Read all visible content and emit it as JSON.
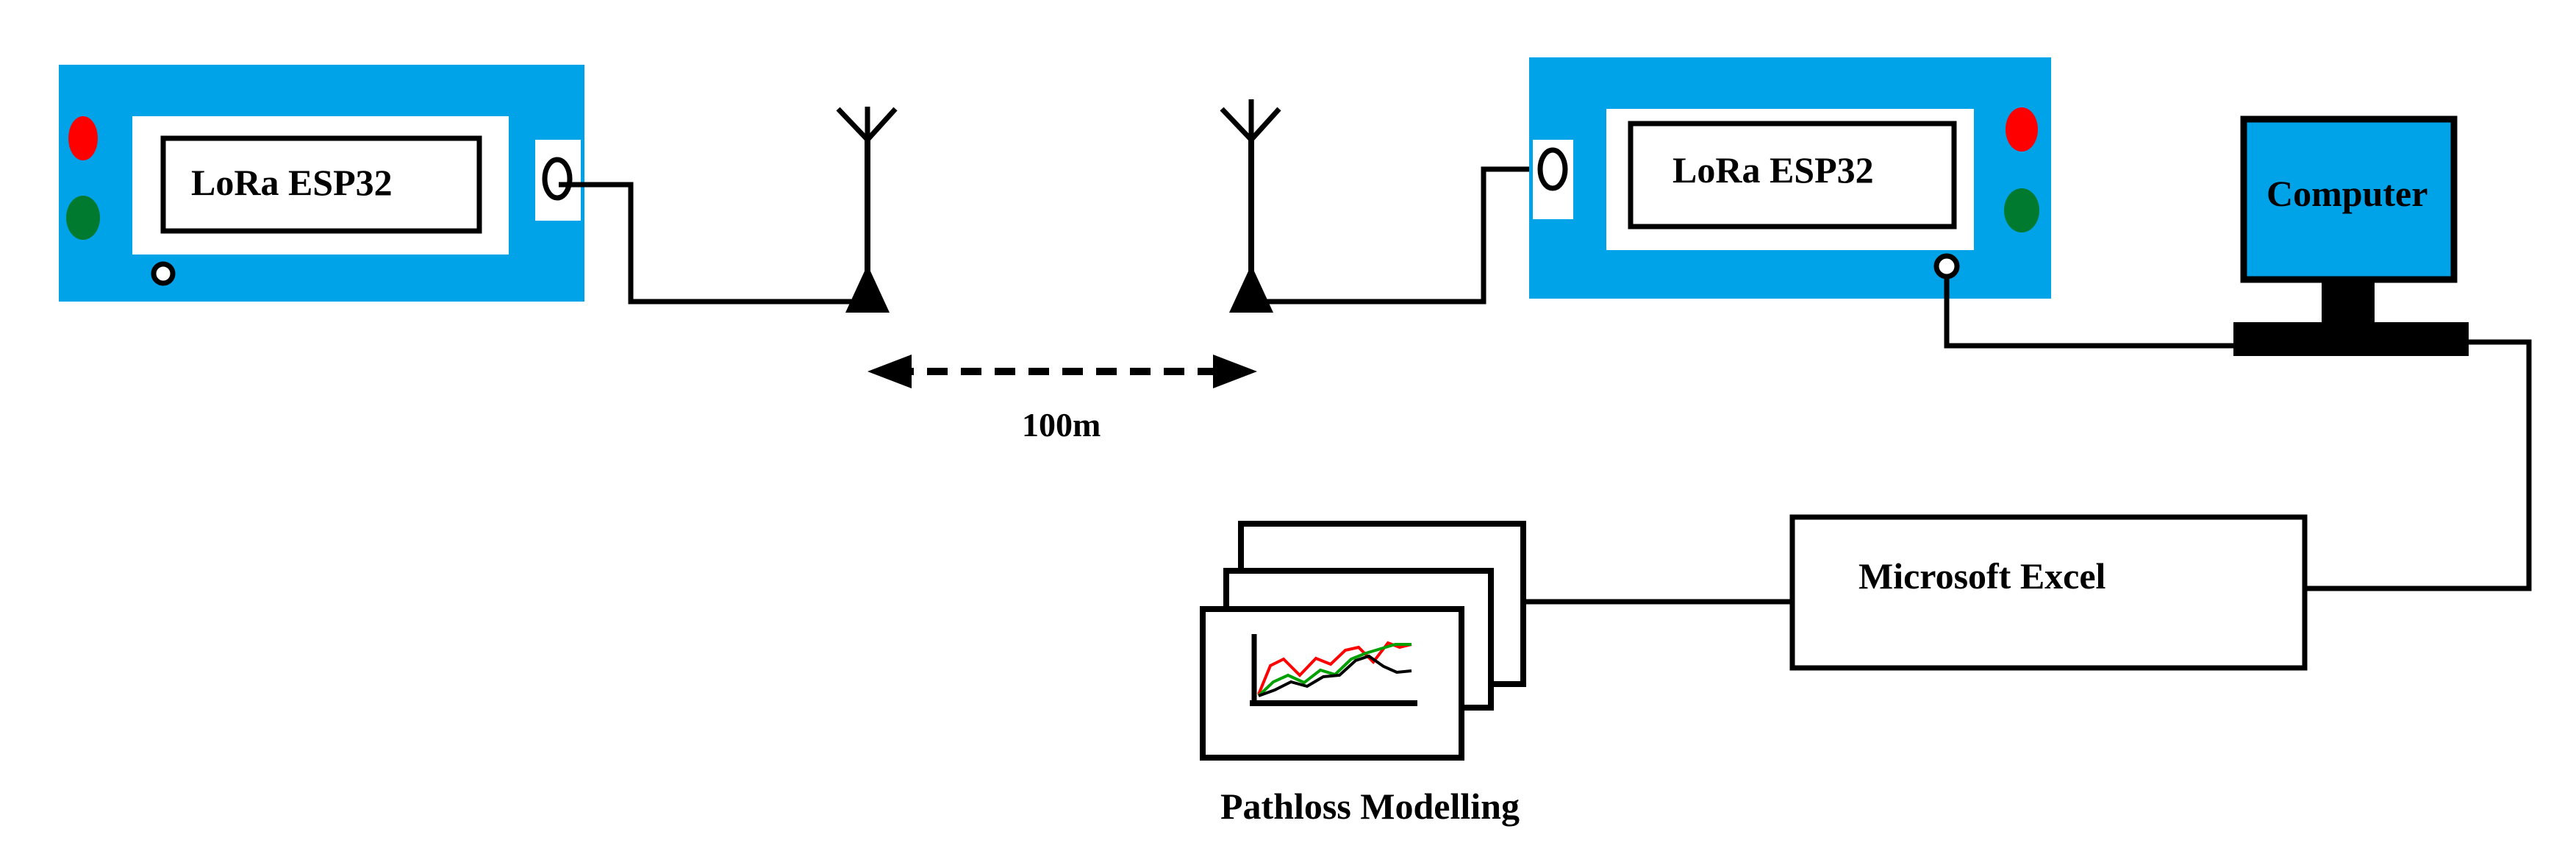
{
  "colors": {
    "device_blue": "#00a2e8",
    "led_red": "#ff0000",
    "led_green": "#007a2e",
    "line": "#000000",
    "series_red": "#ff0000",
    "series_green": "#00a000",
    "series_black": "#000000"
  },
  "left_device": {
    "label": "LoRa ESP32",
    "icons": [
      "red-led-icon",
      "green-led-icon",
      "usb-port-icon",
      "antenna-connector-icon"
    ]
  },
  "right_device": {
    "label": "LoRa ESP32",
    "icons": [
      "red-led-icon",
      "green-led-icon",
      "usb-port-icon",
      "antenna-connector-icon"
    ]
  },
  "antennas": [
    "antenna-icon",
    "antenna-icon"
  ],
  "distance": {
    "label": "100m"
  },
  "computer": {
    "label": "Computer",
    "icon": "monitor-icon"
  },
  "excel": {
    "label": "Microsoft Excel"
  },
  "pathloss": {
    "label": "Pathloss Modelling",
    "icon": "line-chart-icon",
    "sheet_count": 3
  }
}
